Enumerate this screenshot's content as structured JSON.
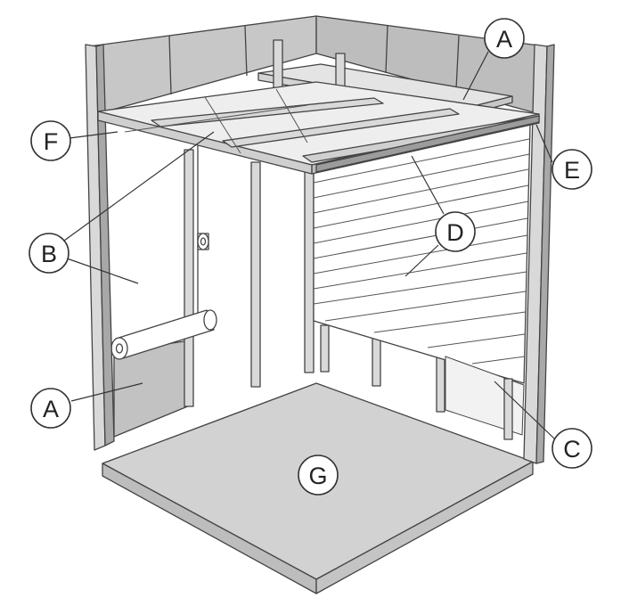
{
  "colors": {
    "wall_panel": "#c7c7c7",
    "wall_panel_dark": "#b3b3b3",
    "frame": "#d9d9d9",
    "frame_dark": "#a8a8a8",
    "floor": "#d2d2d2",
    "floor_edge": "#bdbdbd",
    "ceiling_panel": "#e4e4e4",
    "insulation": "#ffffff",
    "outline": "#444444"
  },
  "callouts": [
    {
      "id": "A_top",
      "label": "A"
    },
    {
      "id": "F",
      "label": "F"
    },
    {
      "id": "E",
      "label": "E"
    },
    {
      "id": "B",
      "label": "B"
    },
    {
      "id": "D",
      "label": "D"
    },
    {
      "id": "A_bottom",
      "label": "A"
    },
    {
      "id": "C",
      "label": "C"
    },
    {
      "id": "G",
      "label": "G"
    }
  ]
}
